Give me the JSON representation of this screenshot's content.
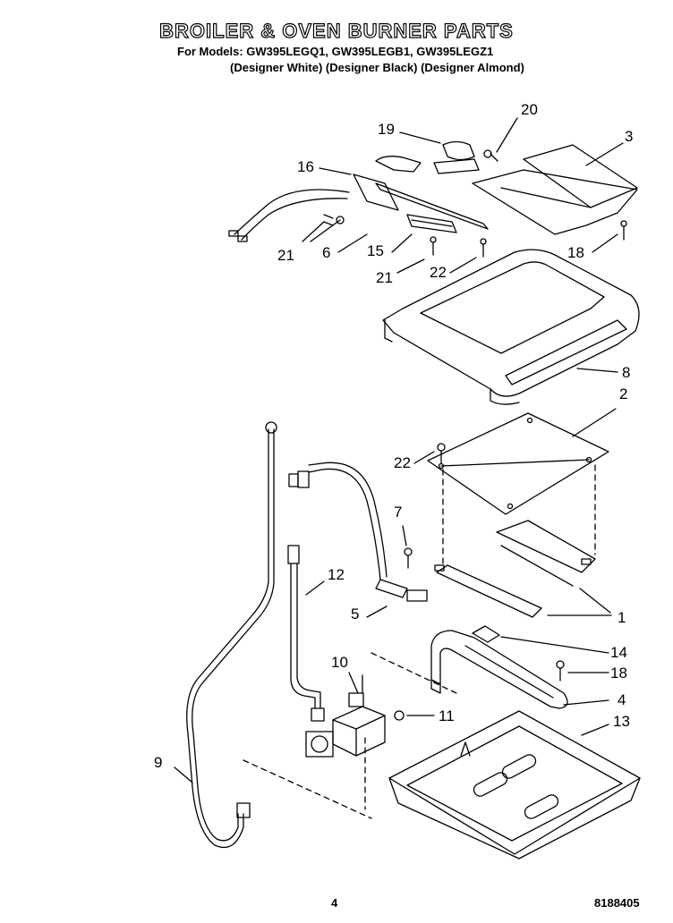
{
  "header": {
    "title": "BROILER & OVEN BURNER PARTS",
    "models_line": "For Models: GW395LEGQ1, GW395LEGB1, GW395LEGZ1",
    "designers_line": "(Designer White) (Designer Black) (Designer Almond)"
  },
  "footer": {
    "page_number": "4",
    "document_number": "8188405"
  },
  "callouts": {
    "c1": "1",
    "c2": "2",
    "c3": "3",
    "c4": "4",
    "c5": "5",
    "c6": "6",
    "c7": "7",
    "c8": "8",
    "c9": "9",
    "c10": "10",
    "c11": "11",
    "c12": "12",
    "c13": "13",
    "c14": "14",
    "c15": "15",
    "c16": "16",
    "c18a": "18",
    "c18b": "18",
    "c19": "19",
    "c20": "20",
    "c21a": "21",
    "c21b": "21",
    "c22a": "22",
    "c22b": "22"
  }
}
